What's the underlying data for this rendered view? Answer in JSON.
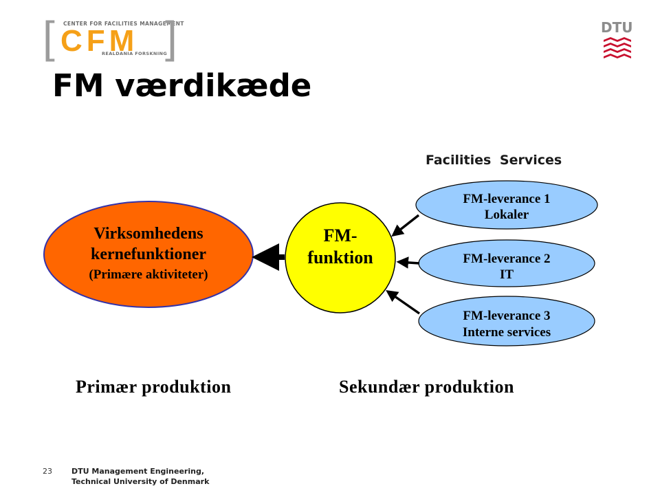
{
  "logo_cfm": {
    "top_text": "CENTER FOR FACILITIES MANAGEMENT",
    "main_text": "CFM",
    "bottom_text": "REALDANIA FORSKNING",
    "bracket_left": "[",
    "bracket_right": "]",
    "colors": {
      "main": "#f5a018",
      "bracket": "#9c9c9c"
    }
  },
  "logo_dtu": {
    "text": "DTU",
    "colors": {
      "text": "#8c8c8c",
      "mark": "#c8102e"
    }
  },
  "title": "FM værdikæde",
  "diagram": {
    "group_label": "Facilities Services",
    "core": {
      "line1": "Virksomhedens",
      "line2": "kernefunktioner",
      "line3": "(Primære aktiviteter)",
      "fill": "#ff6600",
      "stroke": "#3333aa"
    },
    "fm": {
      "line1": "FM-",
      "line2": "funktion",
      "fill": "#ffff00"
    },
    "deliveries": [
      {
        "line1": "FM-leverance 1",
        "line2": "Lokaler"
      },
      {
        "line1": "FM-leverance 2",
        "line2": "IT"
      },
      {
        "line1": "FM-leverance 3",
        "line2": "Interne services"
      }
    ],
    "delivery_fill": "#99ccff",
    "primary_label": "Primær produktion",
    "secondary_label": "Sekundær produktion"
  },
  "footer": {
    "page_number": "23",
    "line1": "DTU Management Engineering,",
    "line2": "Technical University of Denmark"
  }
}
